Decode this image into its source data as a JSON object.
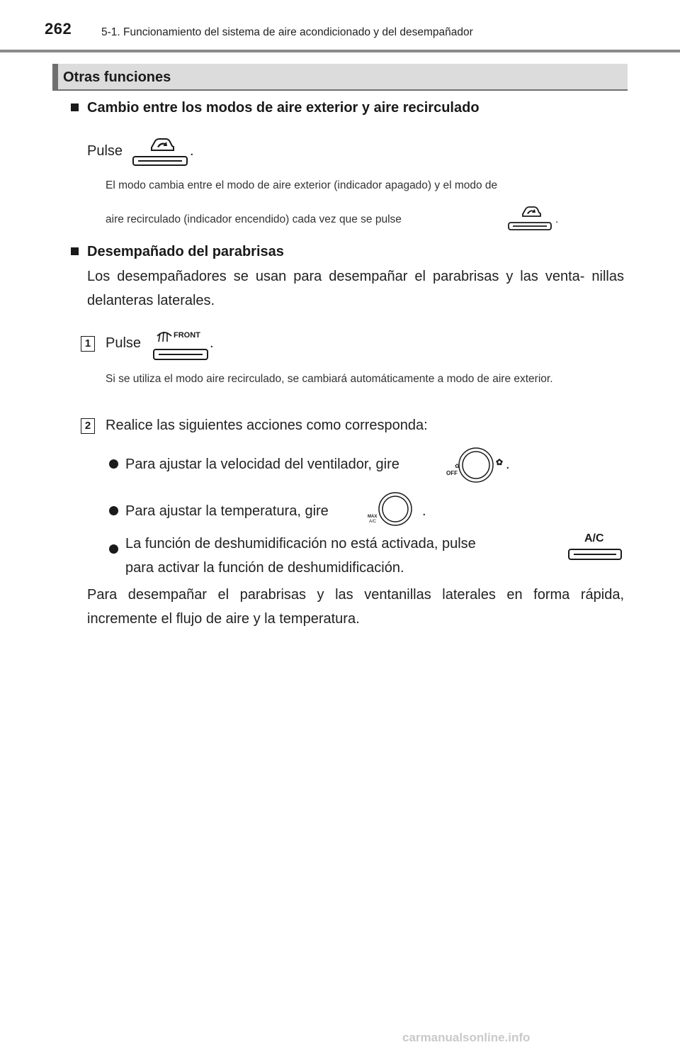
{
  "header": {
    "page_number": "262",
    "chapter": "5-1. Funcionamiento del sistema de aire acondicionado y del desempañador"
  },
  "section": {
    "title": "Otras funciones"
  },
  "recirc": {
    "heading": "Cambio entre los modos de aire exterior y aire recirculado",
    "pulse_label": "Pulse",
    "period": ".",
    "note_line1": "El modo cambia entre el modo de aire exterior (indicador apagado) y el modo de",
    "note_line2": "aire recirculado (indicador encendido) cada vez que se pulse",
    "note_period": "."
  },
  "defog": {
    "heading": "Desempañado del parabrisas",
    "intro": "Los desempañadores se usan para desempañar el parabrisas y las venta- nillas delanteras laterales.",
    "step1": {
      "number": "1",
      "pulse_label": "Pulse",
      "period": ".",
      "note": "Si se utiliza el modo aire recirculado, se cambiará automáticamente a modo de aire exterior."
    },
    "step2": {
      "number": "2",
      "text": "Realice las siguientes acciones como corresponda:",
      "bullets": [
        {
          "text": "Para ajustar la velocidad del ventilador, gire",
          "end": "."
        },
        {
          "text": "Para ajustar la temperatura, gire",
          "end": "."
        },
        {
          "text": "La función de deshumidificación no está activada, pulse",
          "text2": "para activar la función de deshumidificación."
        }
      ]
    },
    "closing": "Para desempañar el parabrisas y las ventanillas laterales en forma rápida, incremente el flujo de aire y la temperatura."
  },
  "icons": {
    "front_label": "FRONT",
    "ac_label": "A/C",
    "fan_off_label": "OFF",
    "max_label": "MAX",
    "max_ac_label": "A/C"
  },
  "watermark": "carmanualsonline.info"
}
